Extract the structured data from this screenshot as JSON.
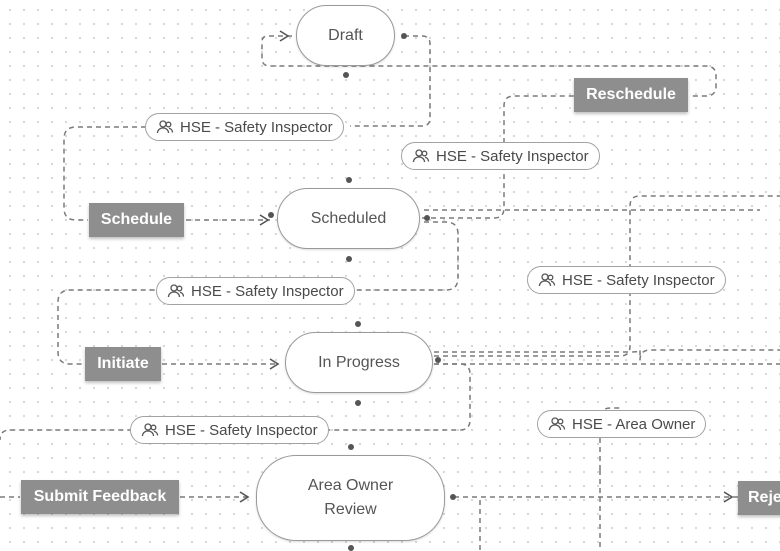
{
  "nodes": {
    "draft": "Draft",
    "scheduled": "Scheduled",
    "in_progress": "In Progress",
    "area_owner_review_line1": "Area Owner",
    "area_owner_review_line2": "Review"
  },
  "actions": {
    "reschedule": "Reschedule",
    "schedule": "Schedule",
    "initiate": "Initiate",
    "submit_feedback": "Submit Feedback",
    "reject_partial": "Reje"
  },
  "roles": {
    "r1": "HSE - Safety Inspector",
    "r2": "HSE - Safety Inspector",
    "r3": "HSE - Safety Inspector",
    "r4": "HSE - Safety Inspector",
    "r5": "HSE - Safety Inspector",
    "r6": "HSE - Area Owner"
  },
  "icons": {
    "role": "users-icon"
  },
  "colors": {
    "edge": "#7a7a7a",
    "node_border": "#9a9a9a",
    "action_fill": "#8e8e8e",
    "action_text": "#ffffff"
  }
}
